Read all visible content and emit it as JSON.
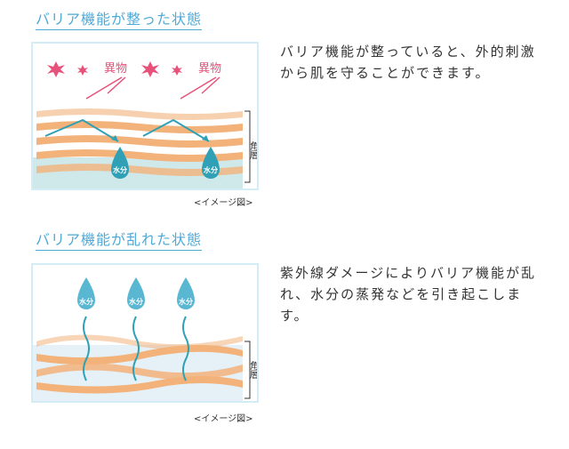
{
  "section1": {
    "heading": "バリア機能が整った状態",
    "description": "バリア機能が整っていると、外的刺激から肌を守ることができます。",
    "caption": "<イメージ図>",
    "irritant_label": "異物",
    "water_label": "水分",
    "layer_label": "角層"
  },
  "section2": {
    "heading": "バリア機能が乱れた状態",
    "description": "紫外線ダメージによりバリア機能が乱れ、水分の蒸発などを引き起こします。",
    "caption": "<イメージ図>",
    "water_label": "水分",
    "layer_label": "角層"
  },
  "colors": {
    "accent_blue": "#4fa9d6",
    "irritant_pink": "#e8527a",
    "layer_orange": "#f2b27a",
    "water_teal": "#2fa0b5",
    "panel_border": "#d4ecf6"
  }
}
